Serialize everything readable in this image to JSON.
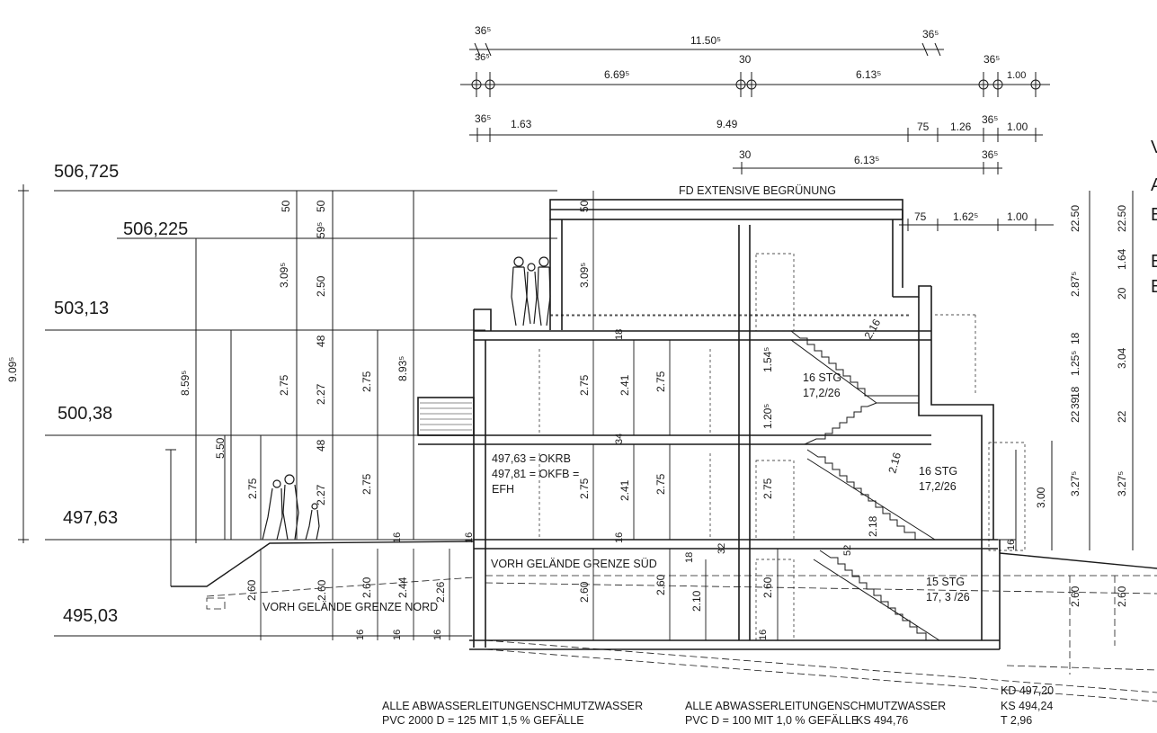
{
  "levels": [
    {
      "label": "506,725"
    },
    {
      "label": "506,225"
    },
    {
      "label": "503,13"
    },
    {
      "label": "500,38"
    },
    {
      "label": "497,63"
    },
    {
      "label": "495,03"
    }
  ],
  "top_dimensions": {
    "row1": [
      "36⁵",
      "11.50⁵",
      "36⁵"
    ],
    "row2": [
      "36⁵",
      "6.69⁵",
      "30",
      "6.13⁵",
      "36⁵",
      "1.00"
    ],
    "row3": [
      "36⁵",
      "1.63",
      "9.49",
      "75",
      "1.26",
      "36⁵",
      "1.00"
    ],
    "row4": [
      "30",
      "6.13⁵",
      "36⁵"
    ],
    "row5": [
      "75",
      "1.62⁵",
      "1.00"
    ]
  },
  "left_vertical_dims": [
    "9.09⁵",
    "8.59⁵",
    "5.50",
    "2.75",
    "3.09⁵",
    "2.75",
    "50",
    "50",
    "59⁵",
    "2.50",
    "48",
    "2.27",
    "48",
    "2.27",
    "2.75",
    "2.75",
    "8.93⁵"
  ],
  "interior_dims": [
    "50",
    "3.09⁵",
    "2.75",
    "2.41",
    "2.75",
    "2.75",
    "2.41",
    "2.75",
    "18",
    "34",
    "16",
    "1.54⁵",
    "1.20⁵",
    "2.75",
    "2.60",
    "2.60",
    "2.10",
    "2.60",
    "18",
    "32",
    "2.16",
    "2.16",
    "2.18",
    "52",
    "3.00",
    "16",
    "16",
    "16",
    "16",
    "16",
    "16",
    "16"
  ],
  "bottom_left_dims": [
    "2.60",
    "2.60",
    "2.60",
    "2.44",
    "2.26"
  ],
  "right_vertical_dims": [
    "22.50",
    "2.87⁵",
    "18",
    "1.25⁵",
    "18",
    "22",
    "39",
    "3.27⁵",
    "22.50",
    "1.64",
    "20",
    "3.04",
    "22",
    "3.27⁵",
    "2.60",
    "2.60"
  ],
  "roof_label": "FD EXTENSIVE BEGRÜNUNG",
  "floor_notes": [
    "497,63 = OKRB",
    "497,81 = OKFB =",
    "EFH"
  ],
  "stairs": [
    {
      "count": "16 STG",
      "ratio": "17,2/26"
    },
    {
      "count": "16 STG",
      "ratio": "17,2/26"
    },
    {
      "count": "15 STG",
      "ratio": "17, 3 /26"
    }
  ],
  "terrain_labels": {
    "south": "VORH GELÄNDE GRENZE SÜD",
    "north": "VORH GELÄNDE GRENZE NORD"
  },
  "notes": {
    "left": [
      "ALLE ABWASSERLEITUNGENSCHMUTZWASSER",
      "PVC 2000 D = 125  MIT 1,5 % GEFÄLLE"
    ],
    "middle": [
      "ALLE ABWASSERLEITUNGENSCHMUTZWASSER",
      "PVC  D = 100 MIT 1,0 % GEFÄLLE",
      "KS 494,76"
    ],
    "right": [
      "KD  497,20",
      "KS 494,24",
      "T 2,96"
    ]
  },
  "edge_glyphs": [
    "V",
    "A",
    "E",
    "E",
    "E"
  ]
}
